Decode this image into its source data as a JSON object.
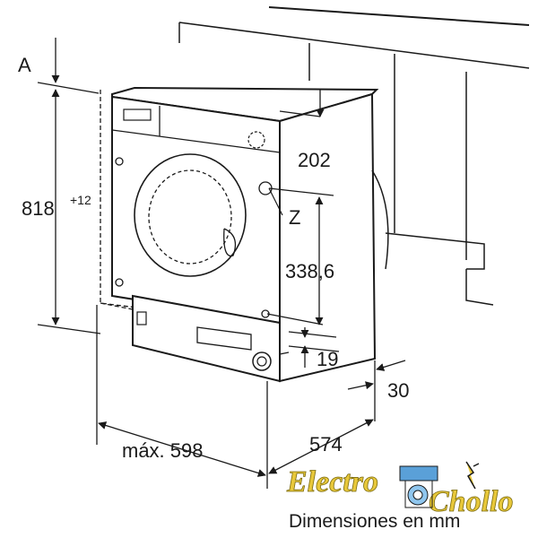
{
  "labels": {
    "a": "A",
    "height": "818",
    "height_tol": "+12",
    "dim_202": "202",
    "z": "Z",
    "dim_338": "338,6",
    "dim_19": "19",
    "dim_30": "30",
    "width": "máx. 598",
    "depth": "574",
    "units": "Dimensiones en mm"
  },
  "watermark": {
    "line1": "Electro",
    "line2": "Chollo",
    "color": "#e8c83a"
  },
  "colors": {
    "line": "#1a1a1a",
    "background": "#ffffff"
  }
}
